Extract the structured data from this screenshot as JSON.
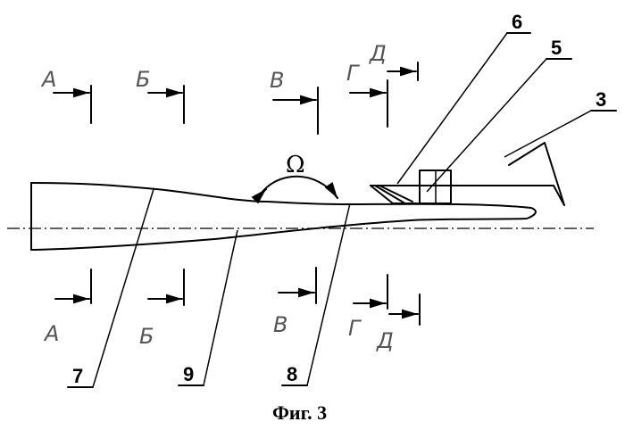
{
  "sections": {
    "top": {
      "a": "А",
      "b": "Б",
      "v": "В",
      "g": "Г",
      "d": "Д"
    },
    "bottom": {
      "a": "А",
      "b": "Б",
      "v": "В",
      "g": "Г",
      "d": "Д"
    }
  },
  "callouts": {
    "c3": "3",
    "c5": "5",
    "c6": "6",
    "c7": "7",
    "c8": "8",
    "c9": "9"
  },
  "angle_symbol": "Ω",
  "caption": "Фиг. 3"
}
